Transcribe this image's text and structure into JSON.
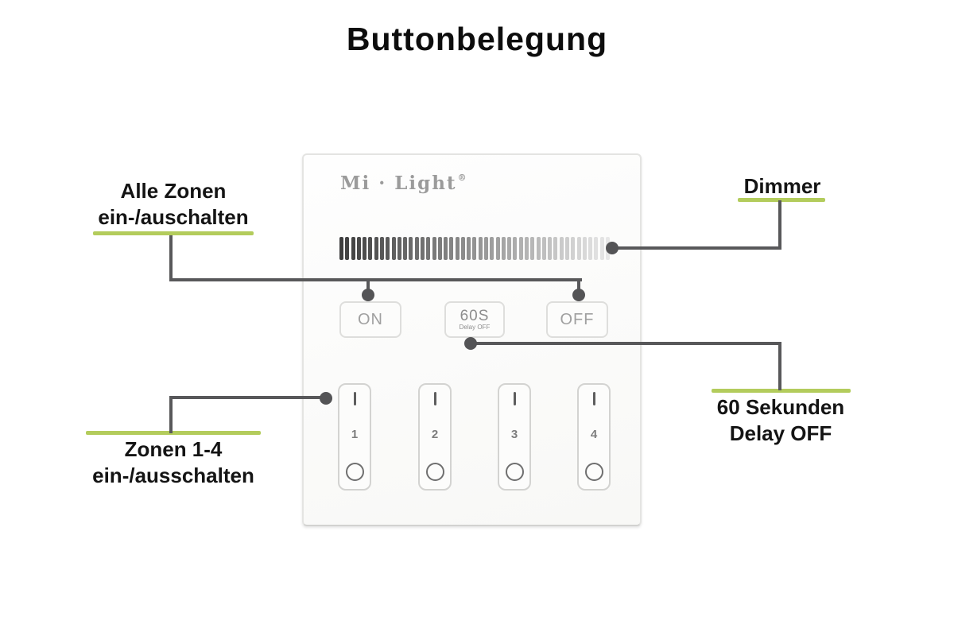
{
  "title": "Buttonbelegung",
  "panel": {
    "logo": {
      "brand": "Mi · Light",
      "registered": "®"
    },
    "dimmer_bar": {
      "segments": 47,
      "start_color": "#3e3e3e",
      "end_color": "#e7e7e7"
    },
    "on_button": "ON",
    "delay_button": {
      "line1": "60S",
      "line2": "Delay OFF"
    },
    "off_button": "OFF",
    "zones": [
      "1",
      "2",
      "3",
      "4"
    ]
  },
  "callouts": {
    "all_zones": {
      "line1": "Alle Zonen",
      "line2": "ein-/auschalten"
    },
    "dimmer": {
      "label": "Dimmer"
    },
    "delay_off": {
      "line1": "60 Sekunden",
      "line2": "Delay OFF"
    },
    "zones": {
      "line1": "Zonen 1-4",
      "line2": "ein-/ausschalten"
    }
  },
  "colors": {
    "accent_green": "#b3cc5c",
    "connector_gray": "#58585a"
  }
}
